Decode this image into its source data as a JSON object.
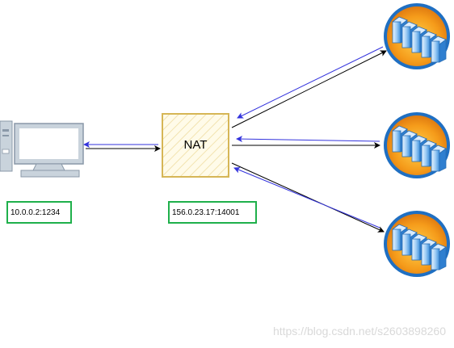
{
  "nat": {
    "label": "NAT",
    "address": "156.0.23.17:14001"
  },
  "client": {
    "address": "10.0.0.2:1234",
    "icon": "desktop-computer-icon"
  },
  "servers": [
    {
      "icon": "server-cluster-icon"
    },
    {
      "icon": "server-cluster-icon"
    },
    {
      "icon": "server-cluster-icon"
    }
  ],
  "colors": {
    "nat_border": "#d6b656",
    "nat_fill": "#fff2cc",
    "address_border": "#1fb04b",
    "outbound_arrow": "#000000",
    "return_arrow": "#3333dd",
    "server_ring": "#1f6fc2",
    "server_fill": "#f5a623"
  },
  "watermark": "https://blog.csdn.net/s2603898260"
}
